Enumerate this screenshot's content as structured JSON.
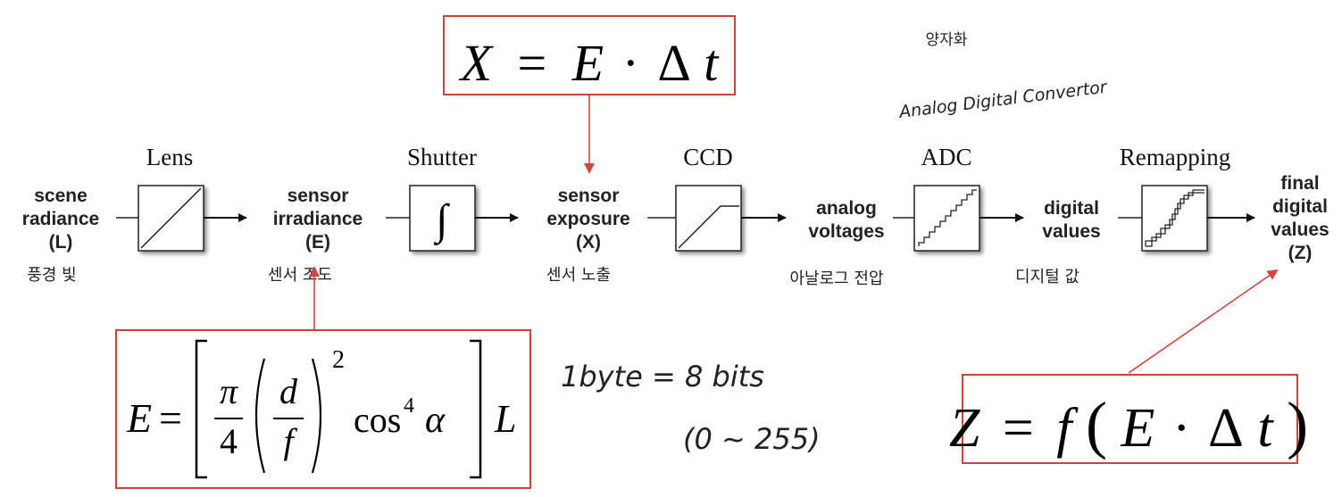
{
  "stages": [
    {
      "label": "Lens",
      "icon": "lens-linear-icon"
    },
    {
      "label": "Shutter",
      "icon": "integral-icon"
    },
    {
      "label": "CCD",
      "icon": "saturation-curve-icon"
    },
    {
      "label": "ADC",
      "icon": "staircase-icon"
    },
    {
      "label": "Remapping",
      "icon": "remap-curve-icon"
    }
  ],
  "quantities": [
    {
      "lines": [
        "scene",
        "radiance",
        "(L)"
      ],
      "note": "풍경 빛"
    },
    {
      "lines": [
        "sensor",
        "irradiance",
        "(E)"
      ],
      "note": "센서 조도"
    },
    {
      "lines": [
        "sensor",
        "exposure",
        "(X)"
      ],
      "note": "센서 노출"
    },
    {
      "lines": [
        "analog",
        "voltages"
      ],
      "note": "아날로그 전압"
    },
    {
      "lines": [
        "digital",
        "values"
      ],
      "note": "디지털 값"
    },
    {
      "lines": [
        "final",
        "digital",
        "values",
        "(Z)"
      ],
      "note": ""
    }
  ],
  "annotations": {
    "quantization": "양자화",
    "adc_full": "Analog Digital Convertor",
    "byte_line": "1byte = 8 bits",
    "range_line": "(0 ~ 255)"
  },
  "equations": {
    "exposure": {
      "lhs": "X",
      "eq": "=",
      "e": "E",
      "dot": "·",
      "delta": "Δ",
      "t": "t"
    },
    "irradiance": {
      "lhs": "E",
      "eq": "=",
      "pi": "π",
      "four": "4",
      "d": "d",
      "f": "f",
      "sq": "2",
      "cos": "cos",
      "pow": "4",
      "alpha": "α",
      "L": "L"
    },
    "response": {
      "lhs": "Z",
      "eq": "=",
      "f": "f",
      "lp": "(",
      "e": "E",
      "dot": "·",
      "delta": "Δ",
      "t": "t",
      "rp": ")"
    }
  },
  "colors": {
    "box_border": "#c8443c",
    "arrow_red": "#d0463e",
    "block_border": "#222222"
  }
}
